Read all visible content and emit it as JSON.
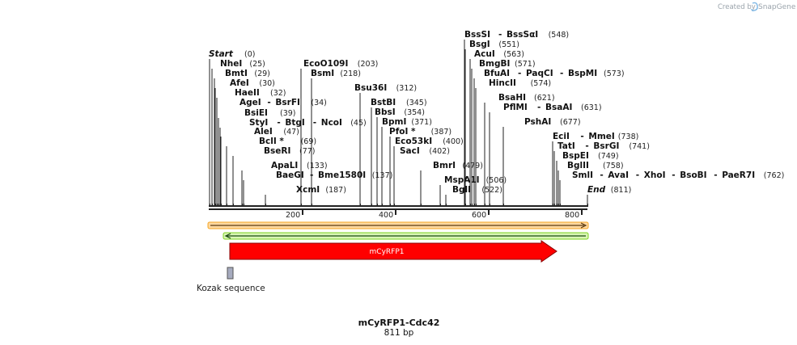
{
  "credit": {
    "prefix": "Created by",
    "brand": "SnapGene"
  },
  "sequence": {
    "name": "mCyRFP1-Cdc42",
    "length_label": "811 bp",
    "length": 811
  },
  "ruler": {
    "ticks": [
      "200",
      "400",
      "600",
      "800"
    ]
  },
  "features": {
    "cds_label": "mCyRFP1",
    "kozak_label": "Kozak sequence",
    "cds_color": "#ff0000",
    "kozak_color": "#9aa3c4",
    "orange_bar_color": "#f5a623",
    "green_bar_color": "#7ed321"
  },
  "enzymes": [
    {
      "names": [
        "Start"
      ],
      "pos": "(0)",
      "italic": true
    },
    {
      "names": [
        "NheI"
      ],
      "pos": "(25)"
    },
    {
      "names": [
        "BmtI"
      ],
      "pos": "(29)"
    },
    {
      "names": [
        "AfeI"
      ],
      "pos": "(30)"
    },
    {
      "names": [
        "HaeII"
      ],
      "pos": "(32)"
    },
    {
      "names": [
        "AgeI",
        "BsrFI"
      ],
      "pos": "(34)"
    },
    {
      "names": [
        "BsiEI"
      ],
      "pos": "(39)"
    },
    {
      "names": [
        "StyI",
        "BtgI",
        "NcoI"
      ],
      "pos": "(45)"
    },
    {
      "names": [
        "AleI"
      ],
      "pos": "(47)"
    },
    {
      "names": [
        "BclI *"
      ],
      "pos": "(69)"
    },
    {
      "names": [
        "BseRI"
      ],
      "pos": "(77)"
    },
    {
      "names": [
        "ApaLI"
      ],
      "pos": "(133)"
    },
    {
      "names": [
        "BaeGI",
        "Bme1580I"
      ],
      "pos": "(137)"
    },
    {
      "names": [
        "XcmI"
      ],
      "pos": "(187)"
    },
    {
      "names": [
        "EcoO109I"
      ],
      "pos": "(203)"
    },
    {
      "names": [
        "BsmI"
      ],
      "pos": "(218)"
    },
    {
      "names": [
        "Bsu36I"
      ],
      "pos": "(312)"
    },
    {
      "names": [
        "BstBI"
      ],
      "pos": "(345)"
    },
    {
      "names": [
        "BbsI"
      ],
      "pos": "(354)"
    },
    {
      "names": [
        "BpmI"
      ],
      "pos": "(371)"
    },
    {
      "names": [
        "PfoI *"
      ],
      "pos": "(387)"
    },
    {
      "names": [
        "Eco53kI"
      ],
      "pos": "(400)"
    },
    {
      "names": [
        "SacI"
      ],
      "pos": "(402)"
    },
    {
      "names": [
        "BmrI"
      ],
      "pos": "(479)"
    },
    {
      "names": [
        "MspA1I"
      ],
      "pos": "(506)"
    },
    {
      "names": [
        "BglI"
      ],
      "pos": "(522)"
    },
    {
      "names": [
        "BssSI",
        "BssSαI"
      ],
      "pos": "(548)"
    },
    {
      "names": [
        "BsgI"
      ],
      "pos": "(551)"
    },
    {
      "names": [
        "AcuI"
      ],
      "pos": "(563)"
    },
    {
      "names": [
        "BmgBI"
      ],
      "pos": "(571)"
    },
    {
      "names": [
        "BfuAI",
        "PaqCI",
        "BspMI"
      ],
      "pos": "(573)"
    },
    {
      "names": [
        "HincII"
      ],
      "pos": "(574)"
    },
    {
      "names": [
        "BsaHI"
      ],
      "pos": "(621)"
    },
    {
      "names": [
        "PflMI",
        "BsaAI"
      ],
      "pos": "(631)"
    },
    {
      "names": [
        "PshAI"
      ],
      "pos": "(677)"
    },
    {
      "names": [
        "EciI",
        "MmeI"
      ],
      "pos": "(738)"
    },
    {
      "names": [
        "TatI",
        "BsrGI"
      ],
      "pos": "(741)"
    },
    {
      "names": [
        "BspEI"
      ],
      "pos": "(749)"
    },
    {
      "names": [
        "BglII"
      ],
      "pos": "(758)"
    },
    {
      "names": [
        "SmlI",
        "AvaI",
        "XhoI",
        "BsoBI",
        "PaeR7I"
      ],
      "pos": "(762)"
    },
    {
      "names": [
        "End"
      ],
      "pos": "(811)",
      "italic": true
    }
  ]
}
